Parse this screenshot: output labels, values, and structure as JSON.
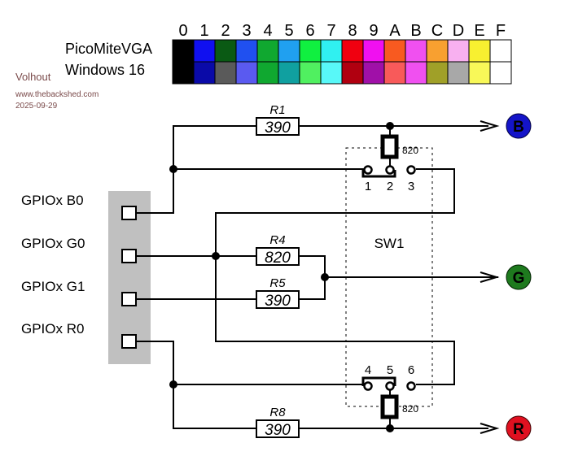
{
  "header": {
    "title_line1": "PicoMiteVGA",
    "title_line2": "Windows 16"
  },
  "credits": {
    "author": "Volhout",
    "site": "www.thebackshed.com",
    "date": "2025-09-29"
  },
  "palette": {
    "indices": [
      "0",
      "1",
      "2",
      "3",
      "4",
      "5",
      "6",
      "7",
      "8",
      "9",
      "A",
      "B",
      "C",
      "D",
      "E",
      "F"
    ],
    "row_top": [
      "#000000",
      "#1010f0",
      "#0a5a14",
      "#2050f0",
      "#10a830",
      "#20a0f0",
      "#10f040",
      "#30f0f0",
      "#f00010",
      "#f010f0",
      "#f85a20",
      "#f050f0",
      "#f8a030",
      "#f8b0f0",
      "#f8f030",
      "#ffffff"
    ],
    "row_bottom": [
      "#000000",
      "#0a0aa8",
      "#5a5a5a",
      "#5a5af0",
      "#10a830",
      "#10a0a0",
      "#50f060",
      "#58f8f8",
      "#b00010",
      "#a010a8",
      "#f85a5a",
      "#f050f0",
      "#a0a028",
      "#a8a8a8",
      "#f8f858",
      "#ffffff"
    ]
  },
  "gpio": {
    "pins": [
      "GPIOx B0",
      "GPIOx G0",
      "GPIOx G1",
      "GPIOx R0"
    ],
    "connector_color": "#c0c0c0"
  },
  "resistors": {
    "R1": {
      "label": "R1",
      "value": "390"
    },
    "R4": {
      "label": "R4",
      "value": "820"
    },
    "R5": {
      "label": "R5",
      "value": "390"
    },
    "R8": {
      "label": "R8",
      "value": "390"
    },
    "pulldown_top": {
      "value": "820"
    },
    "pulldown_bottom": {
      "value": "820"
    }
  },
  "switch": {
    "name": "SW1",
    "pins_top": [
      "1",
      "2",
      "3"
    ],
    "pins_bottom": [
      "4",
      "5",
      "6"
    ]
  },
  "outputs": [
    {
      "letter": "B",
      "color": "#1414c8"
    },
    {
      "letter": "G",
      "color": "#1e7a1e"
    },
    {
      "letter": "R",
      "color": "#e01020"
    }
  ]
}
